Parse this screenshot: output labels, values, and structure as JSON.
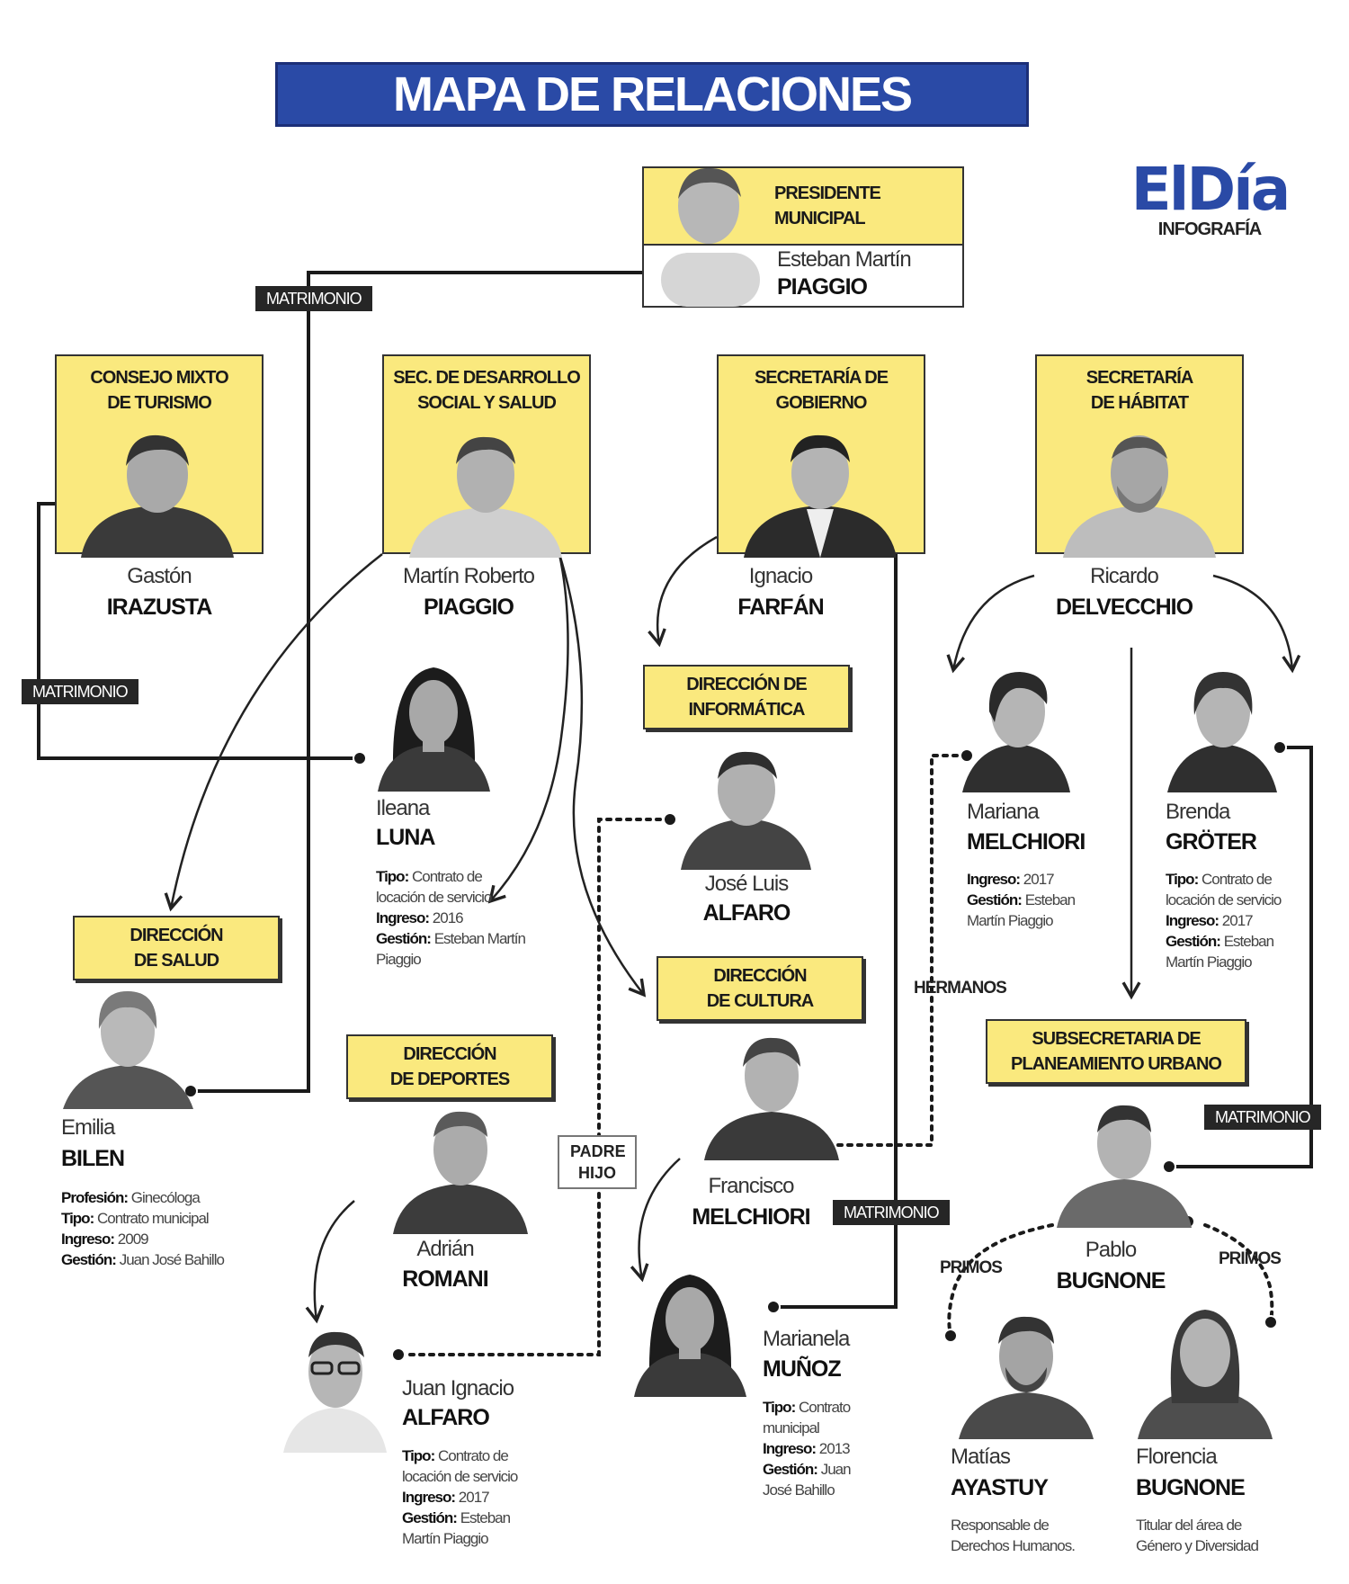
{
  "title": "MAPA DE RELACIONES FAMILIARES",
  "logo": {
    "main": "ElDía",
    "sub": "INFOGRAFÍA"
  },
  "colors": {
    "box_yellow": "#fae97e",
    "title_blue": "#2a4aa6",
    "tag_dark": "#262626"
  },
  "president": {
    "role": "PRESIDENTE\nMUNICIPAL",
    "first": "Esteban Martín",
    "last": "PIAGGIO"
  },
  "offices": {
    "turismo": "CONSEJO MIXTO\nDE TURISMO",
    "desarrollo": "SEC. DE DESARROLLO\nSOCIAL Y SALUD",
    "gobierno": "SECRETARÍA DE\nGOBIERNO",
    "habitat": "SECRETARÍA\nDE HÁBITAT",
    "informatica": "DIRECCIÓN DE\nINFORMÁTICA",
    "salud": "DIRECCIÓN\nDE SALUD",
    "cultura": "DIRECCIÓN\nDE CULTURA",
    "deportes": "DIRECCIÓN\nDE DEPORTES",
    "planeamiento": "SUBSECRETARIA DE\nPLANEAMIENTO URBANO"
  },
  "people": {
    "irazusta": {
      "first": "Gastón",
      "last": "IRAZUSTA"
    },
    "mpiaggio": {
      "first": "Martín Roberto",
      "last": "PIAGGIO"
    },
    "farfan": {
      "first": "Ignacio",
      "last": "FARFÁN"
    },
    "delvecchio": {
      "first": "Ricardo",
      "last": "DELVECCHIO"
    },
    "luna": {
      "first": "Ileana",
      "last": "LUNA",
      "info": [
        [
          "Tipo:",
          "Contrato de locación de servicio"
        ],
        [
          "Ingreso:",
          "2016"
        ],
        [
          "Gestión:",
          "Esteban Martín Piaggio"
        ]
      ]
    },
    "jlalfaro": {
      "first": "José Luis",
      "last": "ALFARO"
    },
    "mmelchiori": {
      "first": "Mariana",
      "last": "MELCHIORI",
      "info": [
        [
          "Ingreso:",
          "2017"
        ],
        [
          "Gestión:",
          "Esteban Martín Piaggio"
        ]
      ]
    },
    "groter": {
      "first": "Brenda",
      "last": "GRÖTER",
      "info": [
        [
          "Tipo:",
          "Contrato de locación de servicio"
        ],
        [
          "Ingreso:",
          "2017"
        ],
        [
          "Gestión:",
          "Esteban Martín Piaggio"
        ]
      ]
    },
    "bilen": {
      "first": "Emilia",
      "last": "BILEN",
      "info": [
        [
          "Profesión:",
          "Ginecóloga"
        ],
        [
          "Tipo:",
          "Contrato municipal"
        ],
        [
          "Ingreso:",
          "2009"
        ],
        [
          "Gestión:",
          "Juan José Bahillo"
        ]
      ]
    },
    "romani": {
      "first": "Adrián",
      "last": "ROMANI"
    },
    "fmelchiori": {
      "first": "Francisco",
      "last": "MELCHIORI"
    },
    "bugnone": {
      "first": "Pablo",
      "last": "BUGNONE"
    },
    "jialfaro": {
      "first": "Juan Ignacio",
      "last": "ALFARO",
      "info": [
        [
          "Tipo:",
          "Contrato de locación de servicio"
        ],
        [
          "Ingreso:",
          "2017"
        ],
        [
          "Gestión:",
          "Esteban Martín Piaggio"
        ]
      ]
    },
    "munoz": {
      "first": "Marianela",
      "last": "MUÑOZ",
      "info": [
        [
          "Tipo:",
          "Contrato municipal"
        ],
        [
          "Ingreso:",
          "2013"
        ],
        [
          "Gestión:",
          "Juan José Bahillo"
        ]
      ]
    },
    "ayastuy": {
      "first": "Matías",
      "last": "AYASTUY",
      "desc": "Responsable de Derechos Humanos."
    },
    "fbugnone": {
      "first": "Florencia",
      "last": "BUGNONE",
      "desc": "Titular del área de Género y Diversidad"
    }
  },
  "relations": {
    "matrimonio": "MATRIMONIO",
    "hermanos": "HERMANOS",
    "padre_hijo": "PADRE\nHIJO",
    "primos": "PRIMOS"
  }
}
